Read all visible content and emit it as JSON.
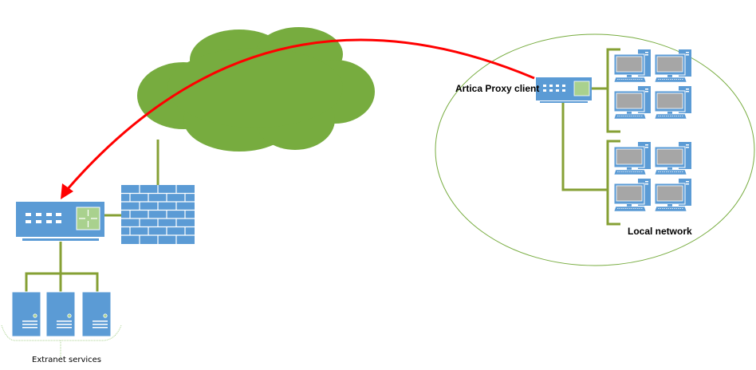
{
  "labels": {
    "proxy_client": "Artica Proxy client",
    "local_network": "Local network",
    "extranet": "Extranet services"
  },
  "colors": {
    "device_blue": "#5b9bd5",
    "cloud_green": "#77ac3f",
    "link_green": "#86a035",
    "arrow_red": "#ff0000",
    "router_green": "#a9d18e",
    "screen_gray": "#a6a6a6"
  },
  "icons": [
    "cloud-icon",
    "firewall-icon",
    "switch-icon",
    "server-icon",
    "computer-icon"
  ],
  "computer_count": 8,
  "server_count": 3
}
